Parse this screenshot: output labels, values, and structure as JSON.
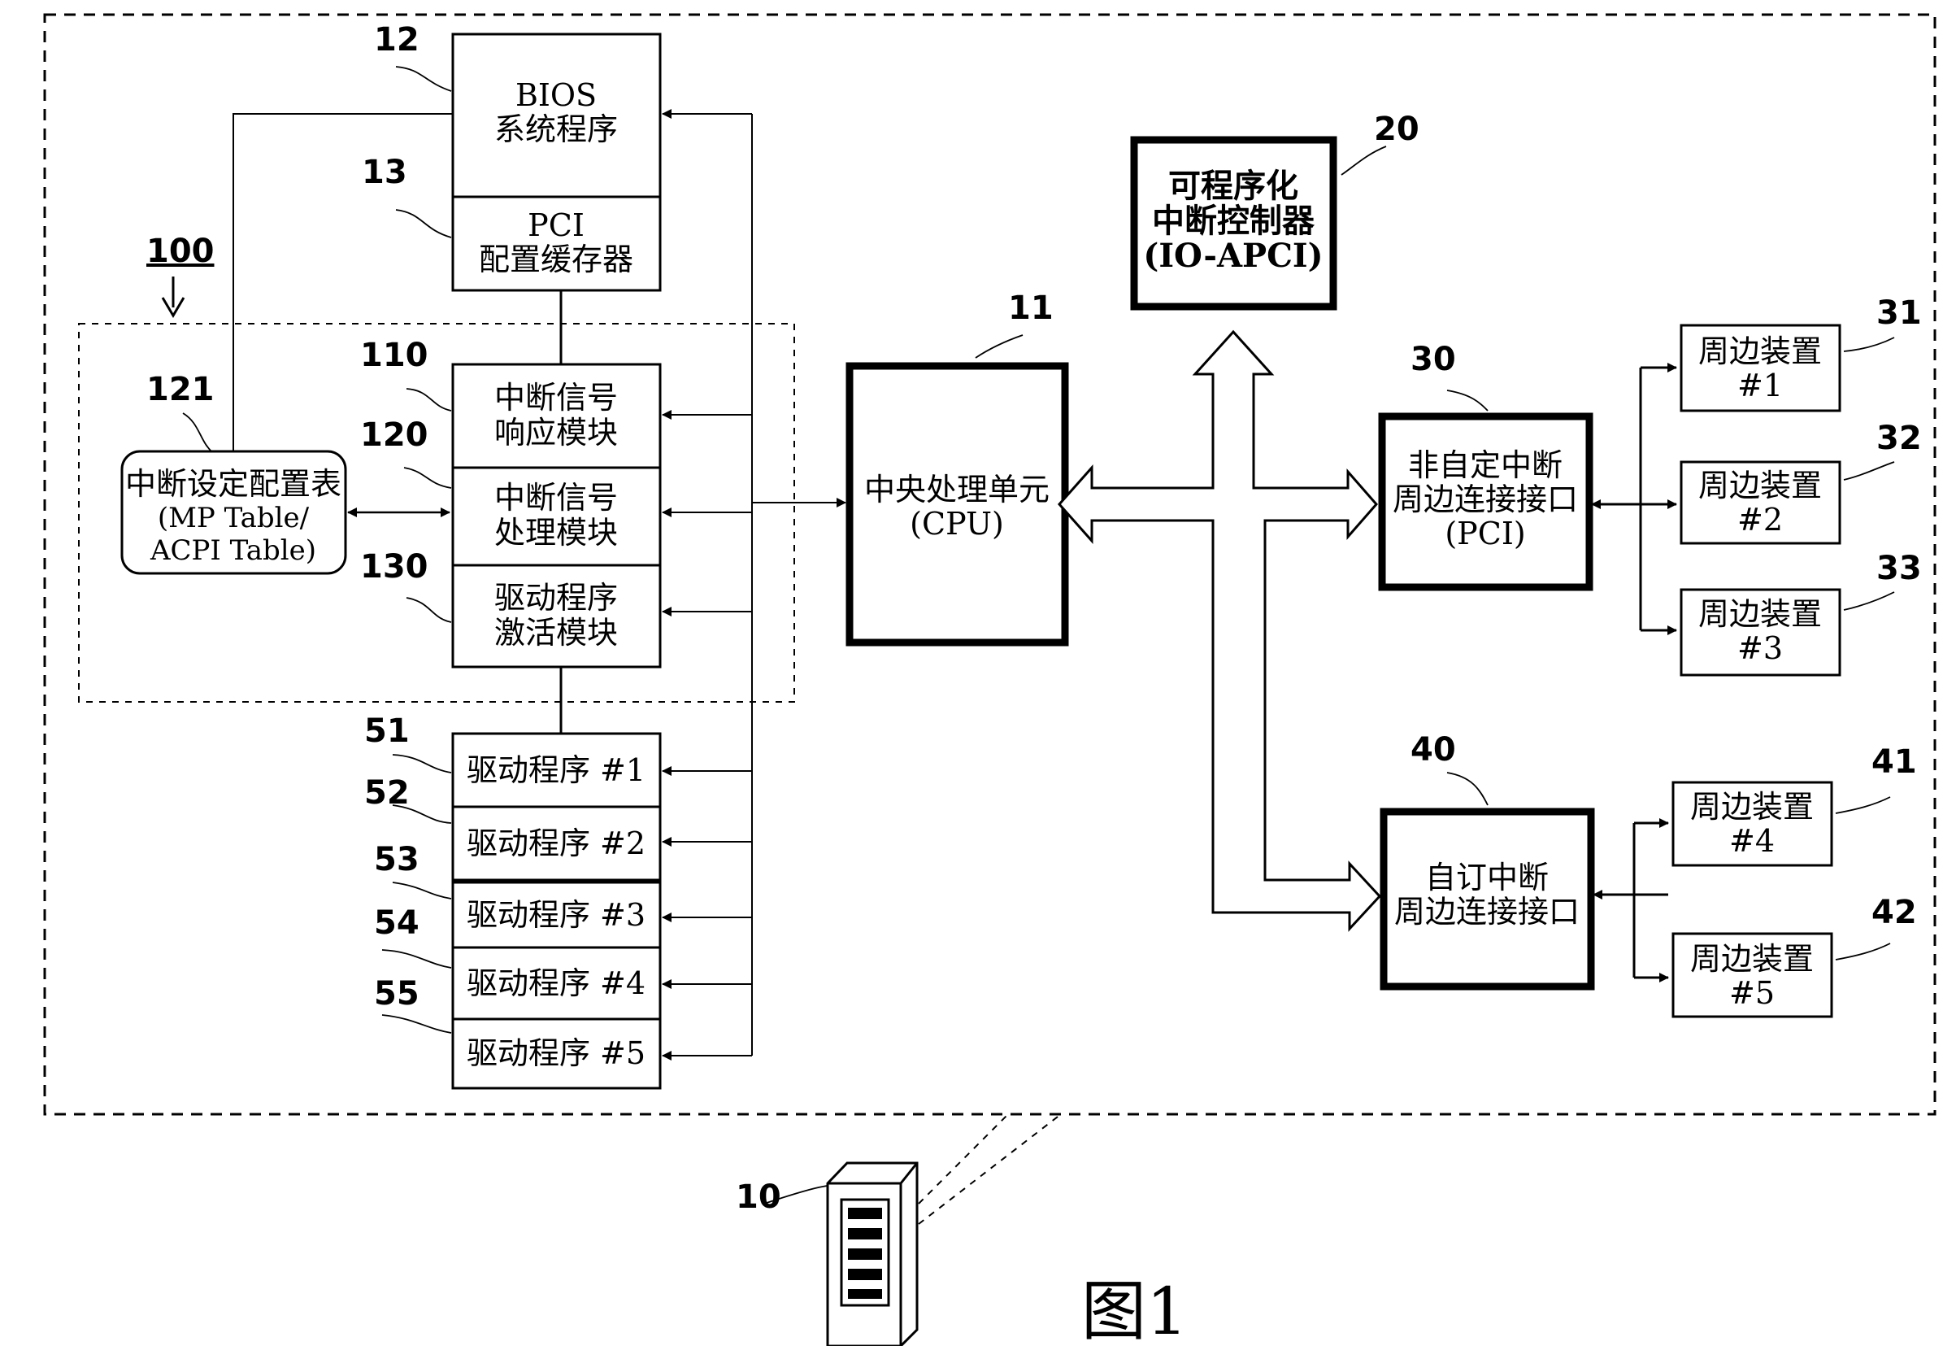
{
  "refs": {
    "r12": "12",
    "r13": "13",
    "r100": "100",
    "r110": "110",
    "r120": "120",
    "r121": "121",
    "r130": "130",
    "r11": "11",
    "r20": "20",
    "r30": "30",
    "r40": "40",
    "r31": "31",
    "r32": "32",
    "r33": "33",
    "r41": "41",
    "r42": "42",
    "r51": "51",
    "r52": "52",
    "r53": "53",
    "r54": "54",
    "r55": "55",
    "r10": "10"
  },
  "boxes": {
    "bios": [
      "BIOS",
      "系统程序"
    ],
    "pci_cfg": [
      "PCI",
      "配置缓存器"
    ],
    "int_resp": [
      "中断信号",
      "响应模块"
    ],
    "int_proc": [
      "中断信号",
      "处理模块"
    ],
    "drv_act": [
      "驱动程序",
      "激活模块"
    ],
    "table": [
      "中断设定配置表",
      "(MP Table/",
      "ACPI Table)"
    ],
    "drivers": [
      "驱动程序 #1",
      "驱动程序 #2",
      "驱动程序 #3",
      "驱动程序 #4",
      "驱动程序 #5"
    ],
    "cpu": [
      "中央处理单元",
      "(CPU)"
    ],
    "ioapic": [
      "可程序化",
      "中断控制器",
      "(IO-APCI)"
    ],
    "non_custom": [
      "非自定中断",
      "周边连接接口",
      "(PCI)"
    ],
    "custom": [
      "自订中断",
      "周边连接接口"
    ],
    "peri1": [
      "周边装置",
      "#1"
    ],
    "peri2": [
      "周边装置",
      "#2"
    ],
    "peri3": [
      "周边装置",
      "#3"
    ],
    "peri4": [
      "周边装置",
      "#4"
    ],
    "peri5": [
      "周边装置",
      "#5"
    ]
  },
  "caption": "图1"
}
